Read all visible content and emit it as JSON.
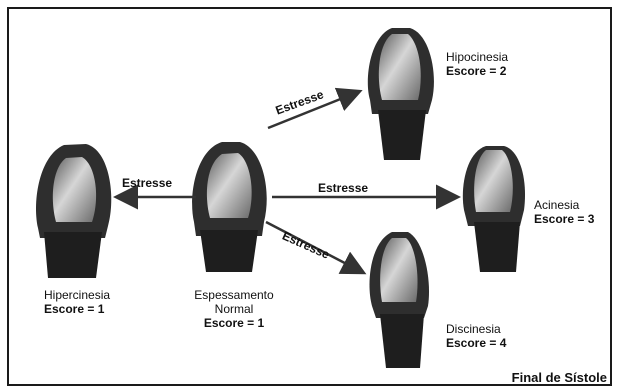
{
  "caption": "Final de Sístole",
  "arrow_label": "Estresse",
  "states": {
    "hypercinesia": {
      "name": "Hipercinesia",
      "score": "Escore = 1"
    },
    "normal": {
      "name_line1": "Espessamento",
      "name_line2": "Normal",
      "score": "Escore = 1"
    },
    "hypocinesia": {
      "name": "Hipocinesia",
      "score": "Escore = 2"
    },
    "acinesia": {
      "name": "Acinesia",
      "score": "Escore = 3"
    },
    "discinesia": {
      "name": "Discinesia",
      "score": "Escore = 4"
    }
  },
  "colors": {
    "wall_outer": "#2a2a2a",
    "wall_inner": "#9a9a9a",
    "cavity_light": "#d8d8d8",
    "arrow": "#333333"
  }
}
